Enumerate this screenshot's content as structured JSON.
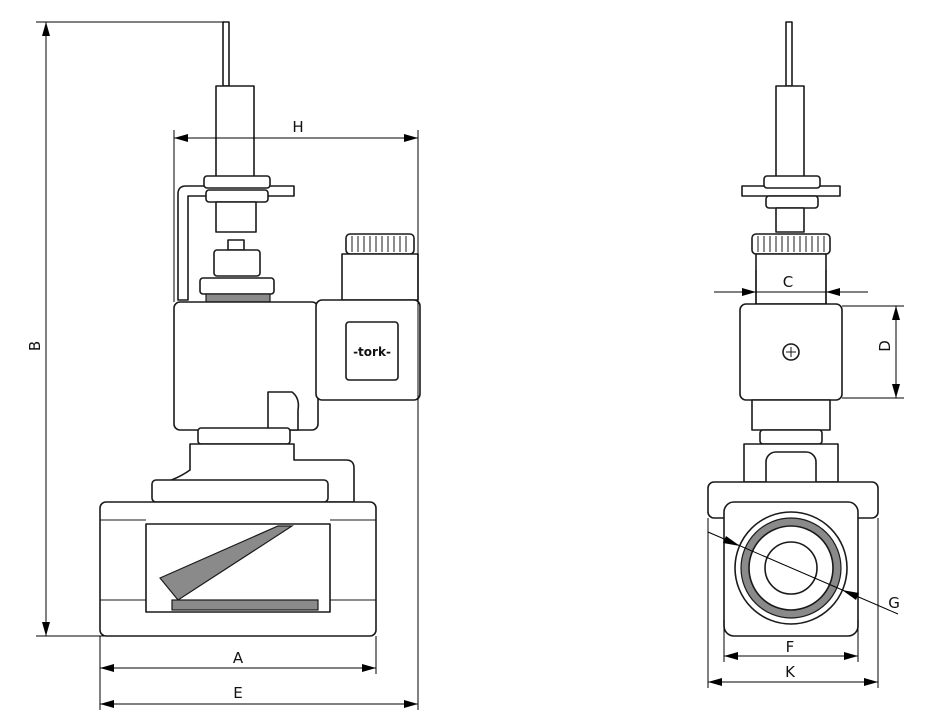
{
  "dimension_labels": {
    "a": "A",
    "b": "B",
    "c": "C",
    "d": "D",
    "e": "E",
    "f": "F",
    "g": "G",
    "h": "H",
    "k": "K"
  },
  "brand_logo": "-tork-",
  "colors": {
    "line": "#1a1a1a",
    "background": "#ffffff",
    "shade": "#8a8a8a"
  }
}
